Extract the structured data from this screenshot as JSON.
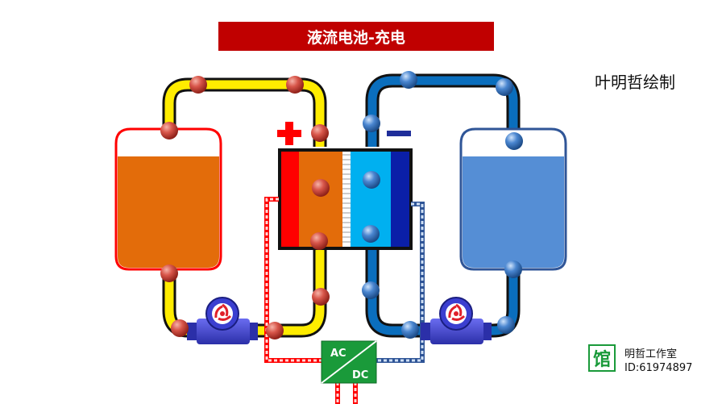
{
  "title": "液流电池-充电",
  "author": "叶明哲绘制",
  "studio": {
    "stamp": "馆",
    "name": "明哲工作室",
    "id": "ID:61974897"
  },
  "converter": {
    "top": "AC",
    "bottom": "DC"
  },
  "colors": {
    "title_bg": "#c00000",
    "positive_pipe": "#ffec00",
    "negative_pipe": "#0a6ebd",
    "positive_electrolyte": "#e36c0a",
    "negative_electrolyte": "#558ed5",
    "cell_membrane_side": "#00b0f0",
    "converter": "#1a9a3a"
  },
  "symbols": {
    "positive": "plus-sign",
    "negative": "minus-sign"
  }
}
